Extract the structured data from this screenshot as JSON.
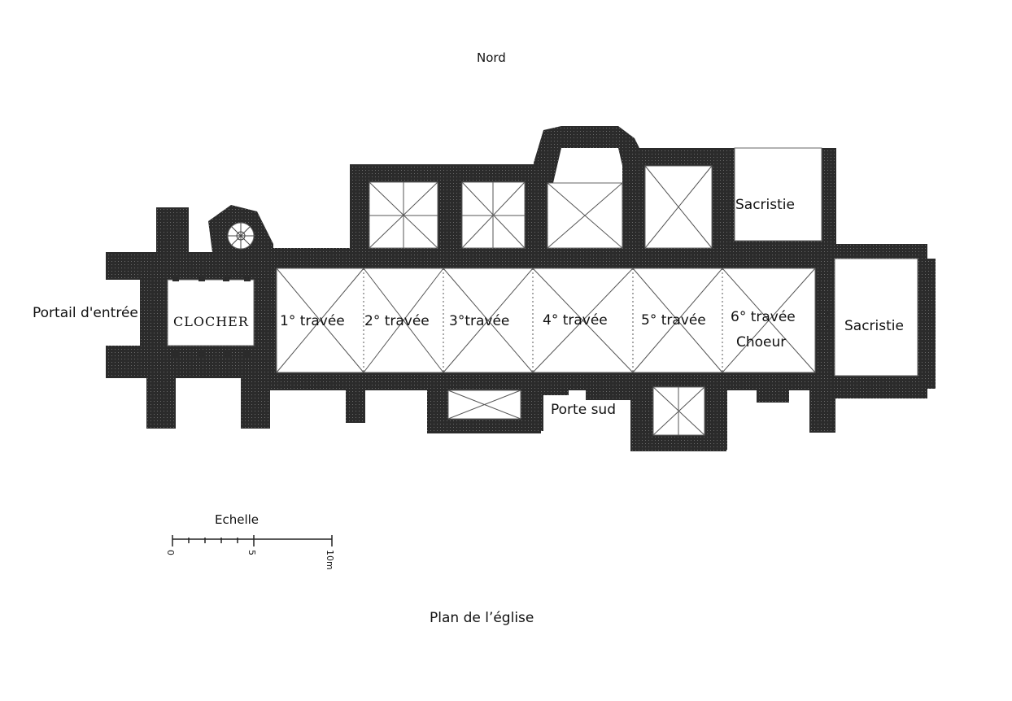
{
  "diagram": {
    "north_label": "Nord",
    "caption": "Plan de l’église",
    "labels": {
      "portail": "Portail d'entrée",
      "clocher": "CLOCHER",
      "travee1": "1° travée",
      "travee2": "2° travée",
      "travee3": "3°travée",
      "travee4": "4° travée",
      "travee5": "5° travée",
      "travee6": "6° travée",
      "choeur": "Choeur",
      "sacristie_north": "Sacristie",
      "sacristie_east": "Sacristie",
      "porte_sud": "Porte sud"
    },
    "scale": {
      "title": "Echelle",
      "tick_0": "0",
      "tick_5": "5",
      "tick_10": "10m"
    },
    "colors": {
      "wall": "#2b2b2b",
      "line": "#555555",
      "background": "#ffffff"
    }
  }
}
